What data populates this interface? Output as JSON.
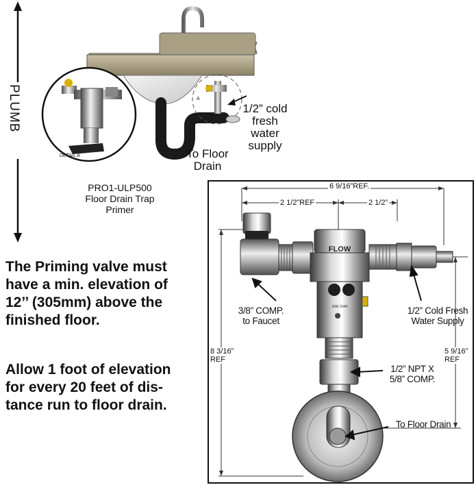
{
  "plumb_label": "PLUMB",
  "detail_label": "DETAIL A",
  "small_a_label": "A",
  "callout_cold": [
    "1/2” cold",
    "fresh",
    "water",
    "supply"
  ],
  "callout_floor": [
    "To Floor",
    "Drain"
  ],
  "caption": [
    "PRO1-ULP500",
    "Floor Drain Trap",
    "Primer"
  ],
  "note1": [
    "The Priming valve must",
    "have a min. elevation of",
    "12’’ (305mm) above the",
    "finished floor."
  ],
  "note2": [
    "Allow 1 foot of elevation",
    "for every 20 feet of dis-",
    "tance run to floor drain."
  ],
  "dims": {
    "overall_width": "6 9/16”REF.",
    "left_half": "2 1/2”REF",
    "right_half": "2 1/2”",
    "overall_height": [
      "8 3/16”",
      "REF"
    ],
    "right_height": [
      "5 9/16”",
      "REF"
    ]
  },
  "drawing_labels": {
    "comp_faucet": [
      "3/8” COMP.",
      "to Faucet"
    ],
    "cold_supply": [
      "1/2” Cold Fresh",
      "Water Supply"
    ],
    "npt": [
      "1/2” NPT X",
      "5/8” COMP."
    ],
    "to_floor_drain": "To Floor Drain"
  },
  "valve_text": {
    "brand": "FLOW",
    "tag": "ASE 1044"
  }
}
